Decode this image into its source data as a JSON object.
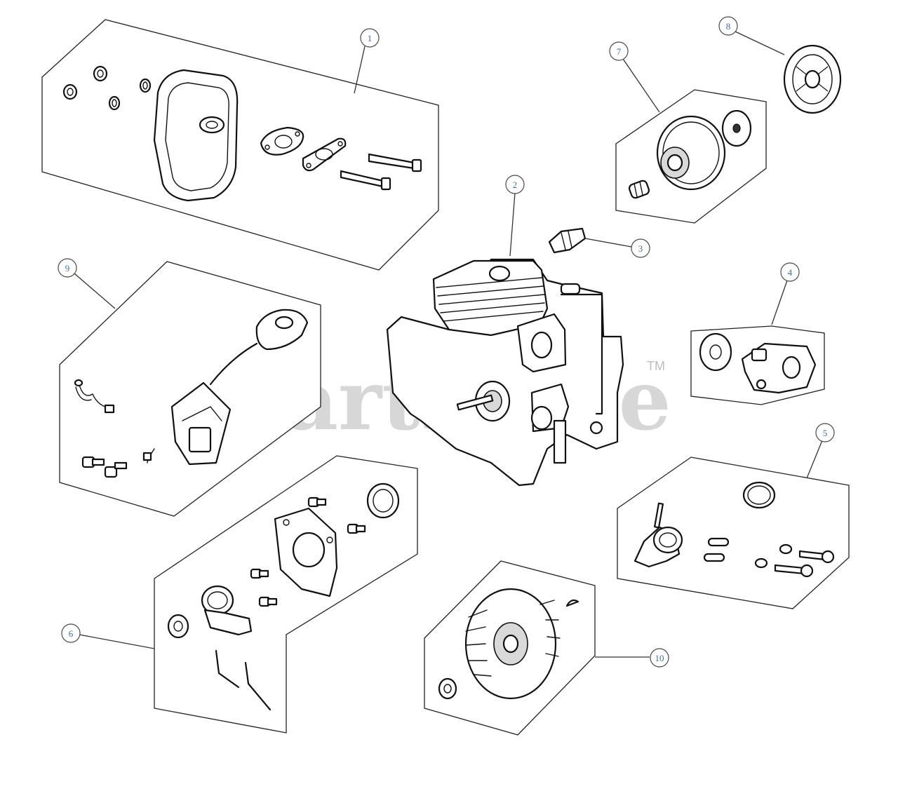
{
  "watermark": {
    "text": "PartsTree",
    "trademark": "TM"
  },
  "callouts": [
    {
      "id": "1",
      "label": "1"
    },
    {
      "id": "2",
      "label": "2"
    },
    {
      "id": "3",
      "label": "3"
    },
    {
      "id": "4",
      "label": "4"
    },
    {
      "id": "5",
      "label": "5"
    },
    {
      "id": "6",
      "label": "6"
    },
    {
      "id": "7",
      "label": "7"
    },
    {
      "id": "8",
      "label": "8"
    },
    {
      "id": "9",
      "label": "9"
    },
    {
      "id": "10",
      "label": "10"
    }
  ],
  "colors": {
    "callout_text": "#3a6fb0",
    "line": "#222222",
    "watermark": "#bdbdbd"
  }
}
